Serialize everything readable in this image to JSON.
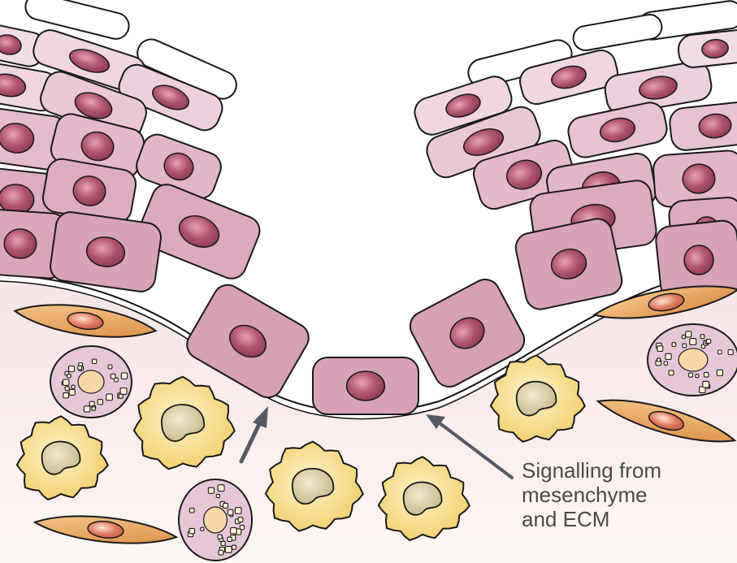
{
  "figure": {
    "annotation": {
      "lines": [
        "Signalling from",
        "mesenchyme",
        "and ECM"
      ]
    },
    "colors": {
      "epithelial_fill": "#d8a8bc",
      "epithelial_fill_light": "#efd9e3",
      "nucleus": "#a64861",
      "fibroblast": "#e2a15a",
      "macrophage": "#f4d98a",
      "mast_cell": "#e4c3d6",
      "stroma_background": "#f8ecec",
      "arrow": "#555a64"
    }
  }
}
